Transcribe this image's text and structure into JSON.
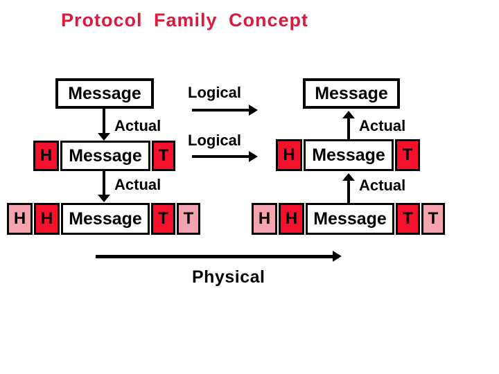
{
  "title": "Protocol Family Concept",
  "colors": {
    "title-red": "#dc1a3c",
    "header-red": "#f5112b",
    "header-pink": "#f4a3af",
    "box-border": "#000000"
  },
  "sender": {
    "top_box": "Message",
    "arrow1_label": "Actual",
    "layer1": {
      "h": "H",
      "body": "Message",
      "t": "T"
    },
    "arrow2_label": "Actual",
    "layer2": {
      "h_outer": "H",
      "h_inner": "H",
      "body": "Message",
      "t_inner": "T",
      "t_outer": "T"
    }
  },
  "receiver": {
    "top_box": "Message",
    "arrow1_label": "Actual",
    "layer1": {
      "h": "H",
      "body": "Message",
      "t": "T"
    },
    "arrow2_label": "Actual",
    "layer2": {
      "h_outer": "H",
      "h_inner": "H",
      "body": "Message",
      "t_inner": "T",
      "t_outer": "T"
    }
  },
  "logical": {
    "top_label": "Logical",
    "bottom_label": "Logical"
  },
  "physical": {
    "label": "Physical"
  }
}
